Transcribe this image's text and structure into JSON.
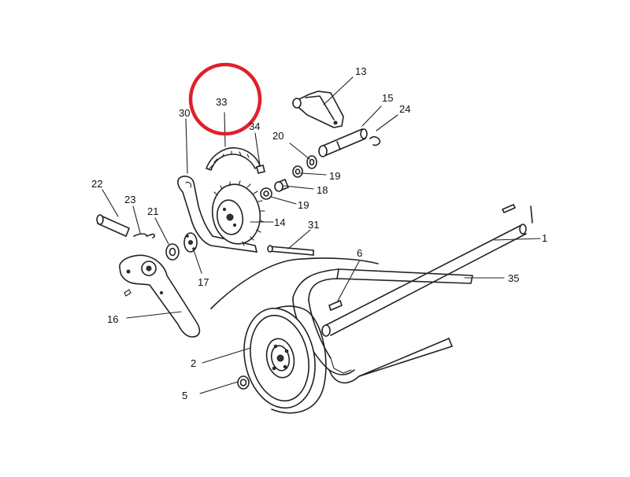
{
  "labels": {
    "l1": "1",
    "l2": "2",
    "l5": "5",
    "l6": "6",
    "l13": "13",
    "l14": "14",
    "l15": "15",
    "l16": "16",
    "l17": "17",
    "l18": "18",
    "l19a": "19",
    "l19b": "19",
    "l20": "20",
    "l21": "21",
    "l22": "22",
    "l23": "23",
    "l24": "24",
    "l30": "30",
    "l31": "31",
    "l33": "33",
    "l34": "34",
    "l35": "35"
  },
  "colors": {
    "highlight_circle": "#e0202a",
    "line": "#222222",
    "background": "#ffffff"
  }
}
